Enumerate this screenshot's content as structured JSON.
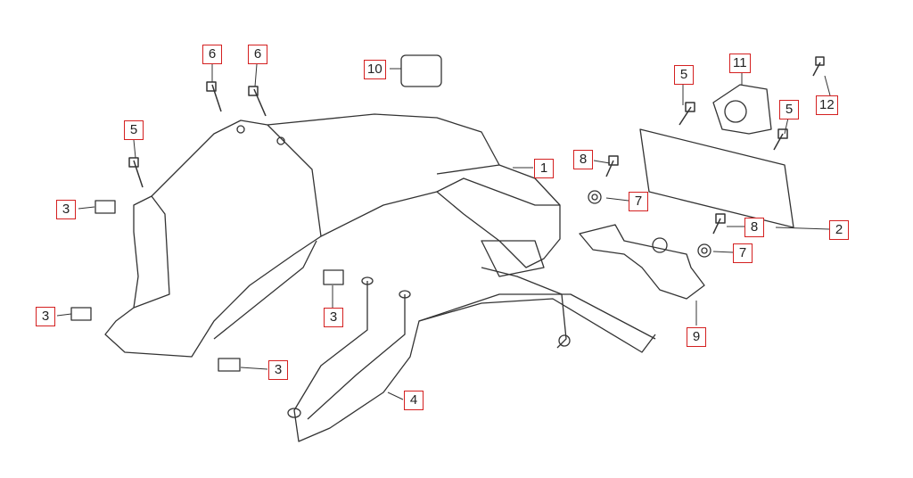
{
  "diagram": {
    "title": "Rear fender / license plate bracket exploded parts view",
    "callouts": [
      {
        "id": "c1",
        "label": "1"
      },
      {
        "id": "c2",
        "label": "2"
      },
      {
        "id": "c3a",
        "label": "3"
      },
      {
        "id": "c3b",
        "label": "3"
      },
      {
        "id": "c3c",
        "label": "3"
      },
      {
        "id": "c3d",
        "label": "3"
      },
      {
        "id": "c4",
        "label": "4"
      },
      {
        "id": "c5a",
        "label": "5"
      },
      {
        "id": "c5b",
        "label": "5"
      },
      {
        "id": "c5c",
        "label": "5"
      },
      {
        "id": "c6a",
        "label": "6"
      },
      {
        "id": "c6b",
        "label": "6"
      },
      {
        "id": "c7a",
        "label": "7"
      },
      {
        "id": "c7b",
        "label": "7"
      },
      {
        "id": "c8a",
        "label": "8"
      },
      {
        "id": "c8b",
        "label": "8"
      },
      {
        "id": "c9",
        "label": "9"
      },
      {
        "id": "c10",
        "label": "10"
      },
      {
        "id": "c11",
        "label": "11"
      },
      {
        "id": "c12",
        "label": "12"
      }
    ],
    "colors": {
      "callout_border": "#d42020",
      "line": "#333333"
    }
  }
}
